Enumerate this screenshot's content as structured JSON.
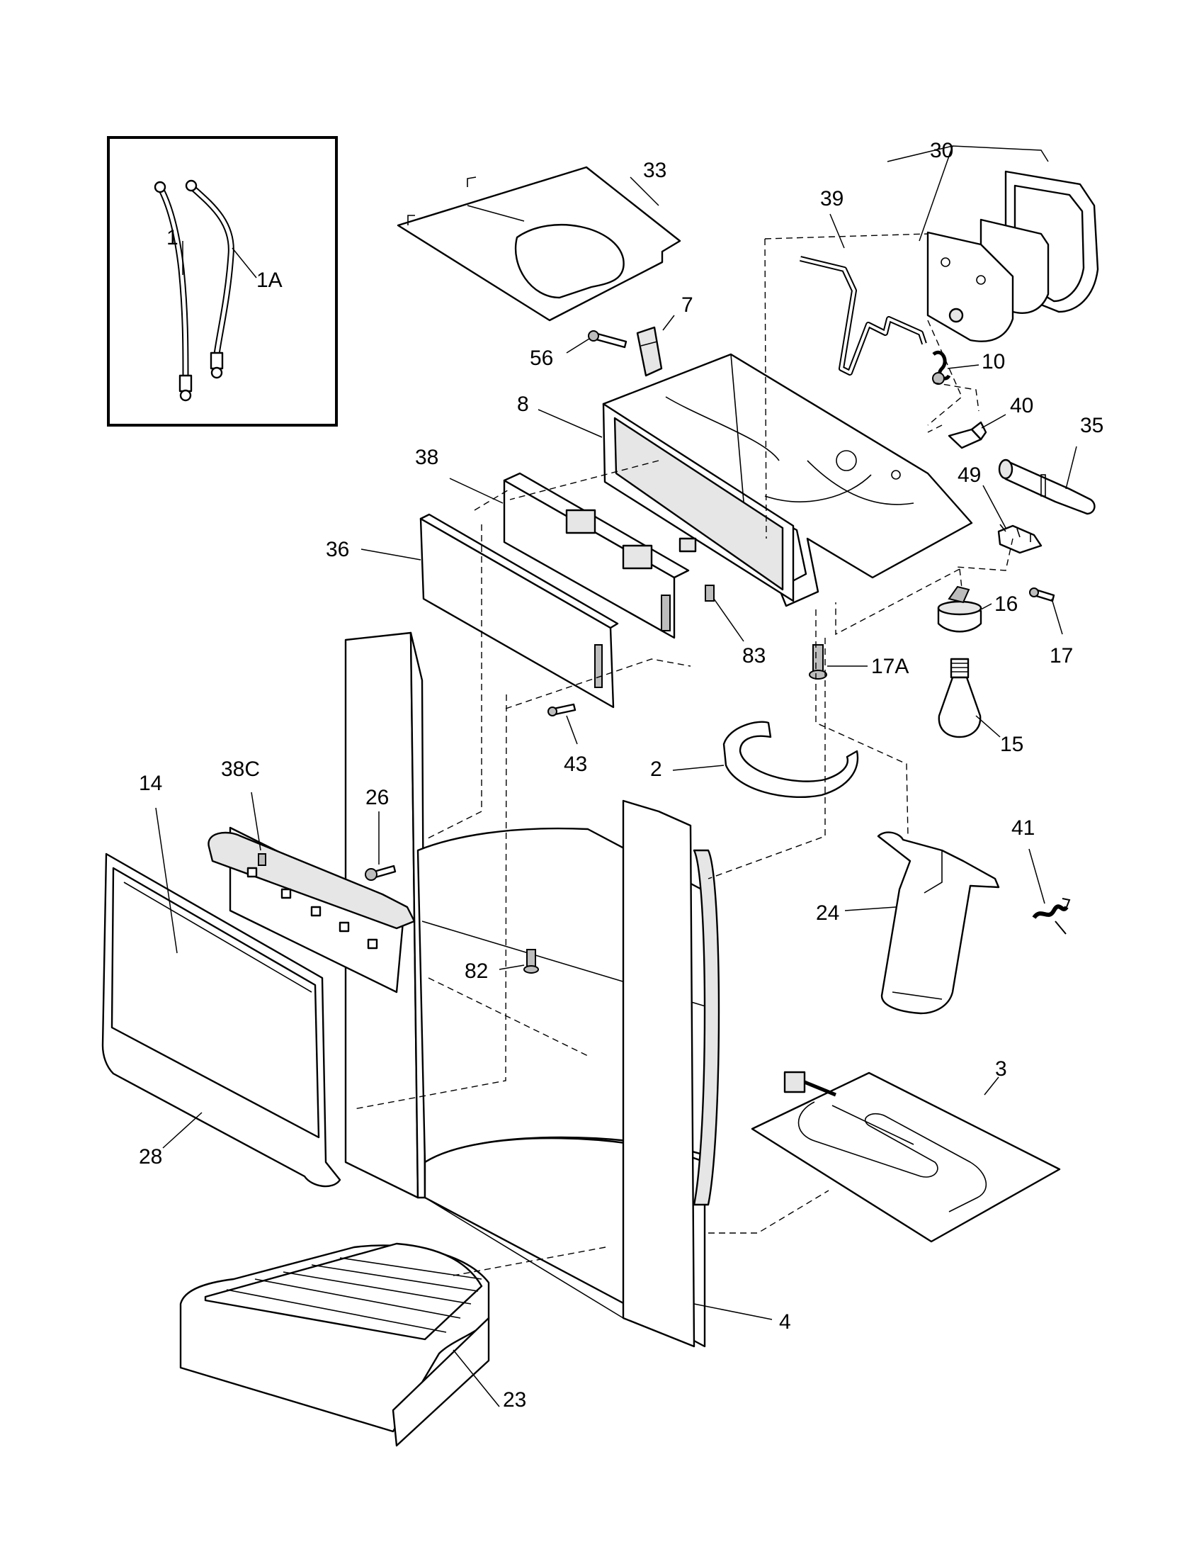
{
  "labels": {
    "p1": "1",
    "p1A": "1A",
    "p2": "2",
    "p3": "3",
    "p4": "4",
    "p7": "7",
    "p8": "8",
    "p10": "10",
    "p14": "14",
    "p15": "15",
    "p16": "16",
    "p17": "17",
    "p17A": "17A",
    "p23": "23",
    "p24": "24",
    "p26": "26",
    "p28": "28",
    "p30": "30",
    "p33": "33",
    "p35": "35",
    "p36": "36",
    "p38": "38",
    "p38C": "38C",
    "p39": "39",
    "p40": "40",
    "p41": "41",
    "p43": "43",
    "p49": "49",
    "p56": "56",
    "p82": "82",
    "p83": "83"
  }
}
